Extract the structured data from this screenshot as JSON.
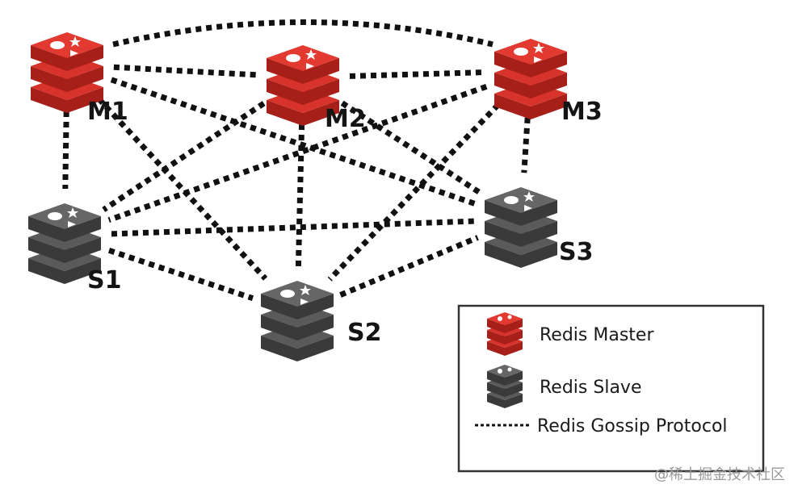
{
  "nodes": [
    {
      "id": "M1",
      "label": "M1",
      "role": "master"
    },
    {
      "id": "M2",
      "label": "M2",
      "role": "master"
    },
    {
      "id": "M3",
      "label": "M3",
      "role": "master"
    },
    {
      "id": "S1",
      "label": "S1",
      "role": "slave"
    },
    {
      "id": "S2",
      "label": "S2",
      "role": "slave"
    },
    {
      "id": "S3",
      "label": "S3",
      "role": "slave"
    }
  ],
  "links": [
    [
      "M1",
      "M3"
    ],
    [
      "M1",
      "M2"
    ],
    [
      "M2",
      "M3"
    ],
    [
      "M1",
      "S1"
    ],
    [
      "M1",
      "S2"
    ],
    [
      "M1",
      "S3"
    ],
    [
      "M2",
      "S1"
    ],
    [
      "M2",
      "S2"
    ],
    [
      "M2",
      "S3"
    ],
    [
      "M3",
      "S1"
    ],
    [
      "M3",
      "S2"
    ],
    [
      "M3",
      "S3"
    ],
    [
      "S1",
      "S2"
    ],
    [
      "S1",
      "S3"
    ],
    [
      "S2",
      "S3"
    ]
  ],
  "legend": {
    "master": "Redis Master",
    "slave": "Redis Slave",
    "gossip": "Redis Gossip Protocol"
  },
  "colors": {
    "master_top": "#d8332a",
    "master_side": "#a61f18",
    "slave_top": "#595959",
    "slave_side": "#3a3a3a",
    "link": "#111111"
  },
  "watermark": "@稀土掘金技术社区"
}
